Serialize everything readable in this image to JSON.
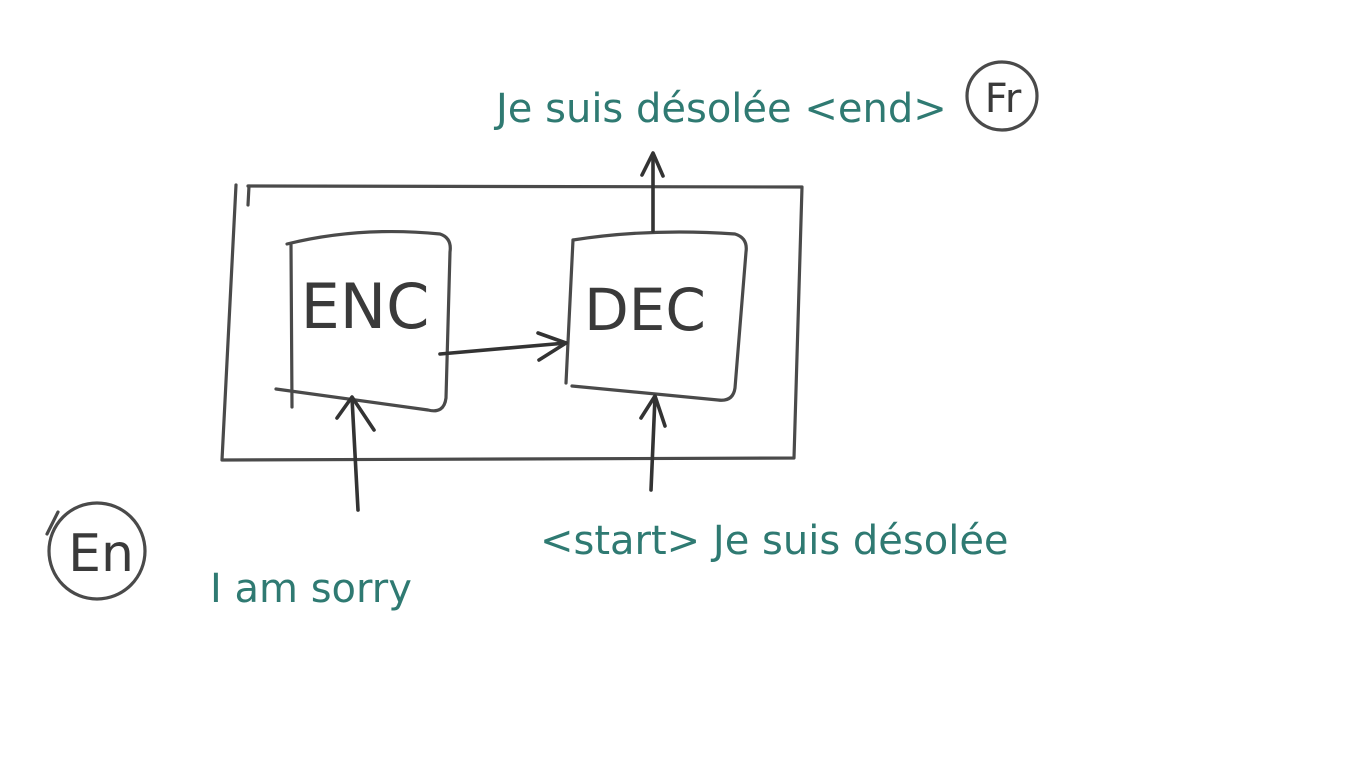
{
  "diagram": {
    "encoder_label": "ENC",
    "decoder_label": "DEC",
    "source_lang_badge": "En",
    "target_lang_badge": "Fr",
    "source_sentence": "I am sorry",
    "decoder_input": "<start> Je suis désolée",
    "decoder_output": "Je suis désolée <end>",
    "colors": {
      "text_teal": "#2f7a72",
      "ink_dark": "#3a3a3a"
    }
  }
}
